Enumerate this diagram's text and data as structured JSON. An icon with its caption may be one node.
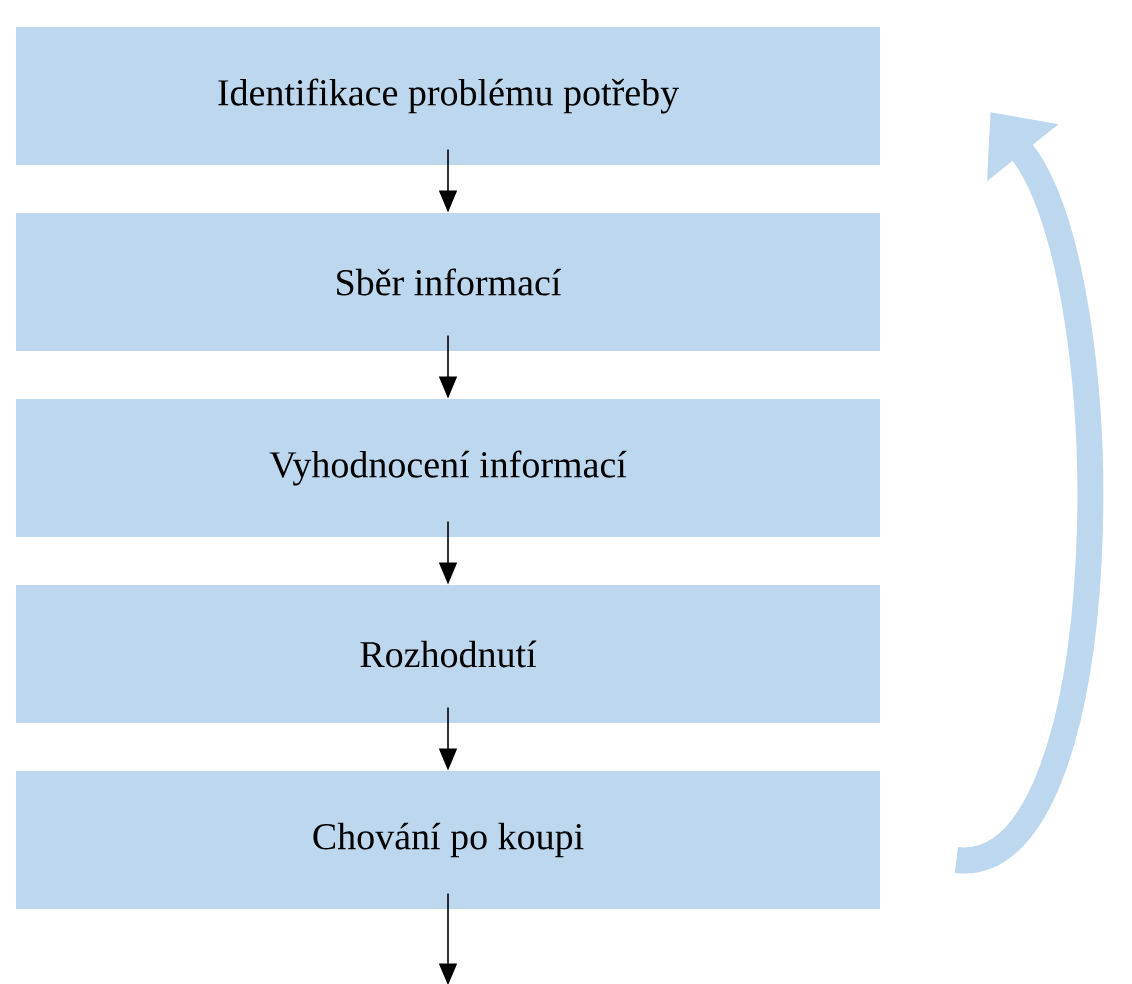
{
  "diagram": {
    "nodes": [
      {
        "text": [
          "Identifikace problému potřeby"
        ]
      },
      {
        "text": [
          "Sběr informací"
        ]
      },
      {
        "text": [
          "Vyhodnocení informací"
        ]
      },
      {
        "text": [
          "Rozhodnutí"
        ]
      },
      {
        "text": [
          "Chování po koupi"
        ]
      }
    ],
    "edges": [
      {
        "from": 0,
        "to": 1,
        "arrow": "to"
      },
      {
        "from": 1,
        "to": 2,
        "arrow": "to"
      },
      {
        "from": 2,
        "to": 3,
        "arrow": "to"
      },
      {
        "from": 3,
        "to": 4,
        "arrow": "to"
      },
      {
        "from": 4,
        "to": null,
        "arrow": "to"
      },
      {
        "from": 4,
        "to": 0,
        "arrow": "to",
        "style": "thick",
        "color": "#bdd7ee"
      }
    ]
  }
}
